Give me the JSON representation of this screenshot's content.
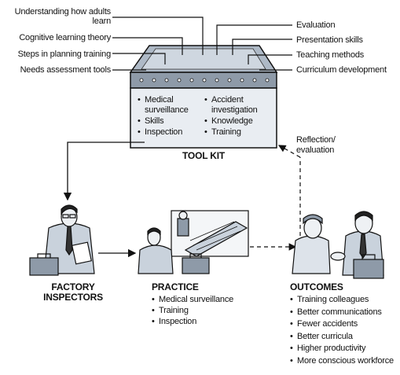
{
  "toolkit": {
    "left_labels": [
      "Understanding how adults learn",
      "Cognitive learning theory",
      "Steps in planning training",
      "Needs assessment tools"
    ],
    "right_labels": [
      "Evaluation",
      "Presentation skills",
      "Teaching methods",
      "Curriculum development"
    ],
    "box_items_left": [
      "Medical surveillance",
      "Skills",
      "Inspection"
    ],
    "box_items_right": [
      "Accident investigation",
      "Knowledge",
      "Training"
    ],
    "title": "TOOL KIT"
  },
  "feedback_label": "Reflection/ evaluation",
  "factory": {
    "title": "FACTORY INSPECTORS"
  },
  "practice": {
    "title": "PRACTICE",
    "items": [
      "Medical surveillance",
      "Training",
      "Inspection"
    ]
  },
  "outcomes": {
    "title": "OUTCOMES",
    "items": [
      "Training colleagues",
      "Better communications",
      "Fewer accidents",
      "Better curricula",
      "Higher productivity",
      "More conscious workforce"
    ]
  },
  "colors": {
    "ink": "#111111",
    "box_fill": "#e9edf2",
    "box_dark": "#7a8796",
    "box_top": "#b9c3cf"
  },
  "icons": [
    "toolbox-icon",
    "inspector-figure-icon",
    "practice-scene-icon",
    "handshake-figures-icon"
  ]
}
